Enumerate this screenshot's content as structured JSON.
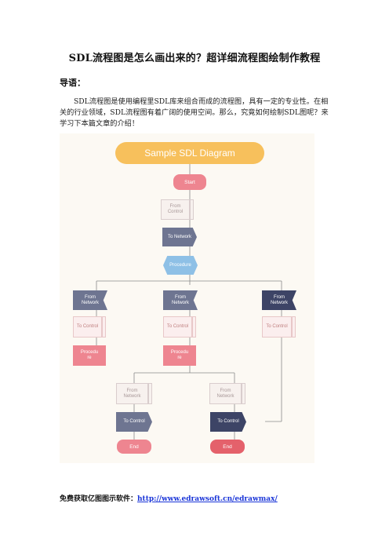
{
  "doc": {
    "title": "SDL流程图是怎么画出来的？超详细流程图绘制作教程",
    "intro_label": "导语：",
    "paragraph": "SDL流程图是使用编程里SDL库来组合而成的流程图，具有一定的专业性。在相关的行业领域，SDL流程图有着广阔的使用空间。那么，究竟如何绘制SDL图呢？来学习下本篇文章的介绍！",
    "footer_label": "免费获取亿图图示软件：",
    "footer_link": "http://www.edrawsoft.cn/edrawmax/"
  },
  "diagram": {
    "header": "Sample SDL Diagram",
    "start": "Start",
    "from_control": "From\nControl",
    "to_network": "To Network",
    "procedure": "Procedure",
    "from_network_left": "From\nNetwork",
    "from_network_mid": "From\nNetwork",
    "from_network_right": "From\nNetwork",
    "to_control_left": "To Control",
    "to_control_mid": "To Control",
    "to_control_right": "To Control",
    "procedure_left": "Procedu\nre",
    "procedure_mid": "Procedu\nre",
    "from_network_low_left": "From\nNetwork",
    "from_network_low_right": "From\nNetwork",
    "to_control_low_left": "To Control",
    "to_control_low_right": "To Control",
    "end_left": "End",
    "end_right": "End",
    "colors": {
      "header": "#f7c05c",
      "pink": "#ee8590",
      "red": "#e4616b",
      "slate": "#6e7591",
      "navy": "#3d4466",
      "procedure": "#8ec0e6"
    }
  }
}
